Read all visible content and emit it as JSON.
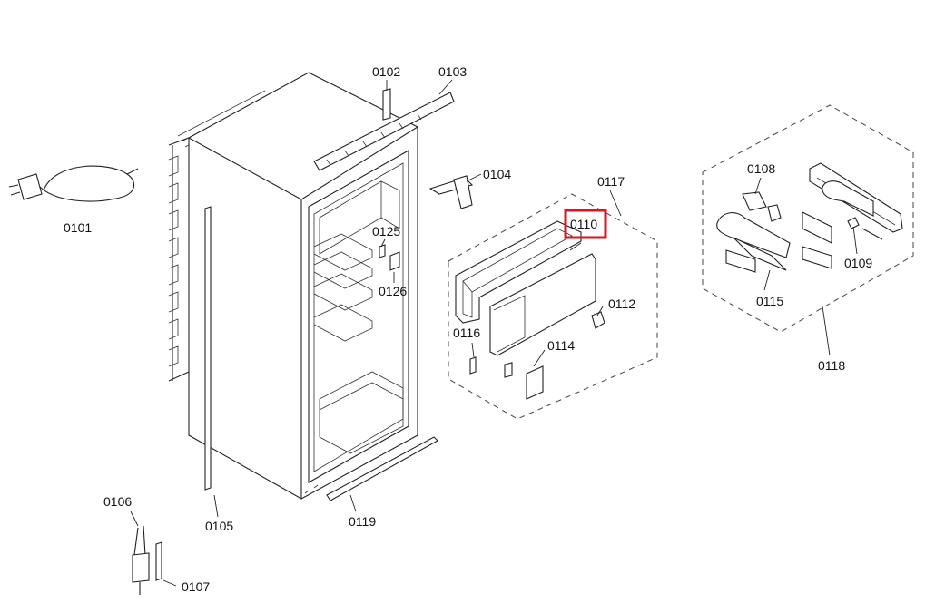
{
  "labels": {
    "p0101": "0101",
    "p0102": "0102",
    "p0103": "0103",
    "p0104": "0104",
    "p0105": "0105",
    "p0106": "0106",
    "p0107": "0107",
    "p0108": "0108",
    "p0109": "0109",
    "p0110": "0110",
    "p0112": "0112",
    "p0114": "0114",
    "p0115": "0115",
    "p0116": "0116",
    "p0117": "0117",
    "p0118": "0118",
    "p0119": "0119",
    "p0125": "0125",
    "p0126": "0126"
  },
  "highlight": {
    "part": "0110",
    "color": "#e3101e"
  }
}
